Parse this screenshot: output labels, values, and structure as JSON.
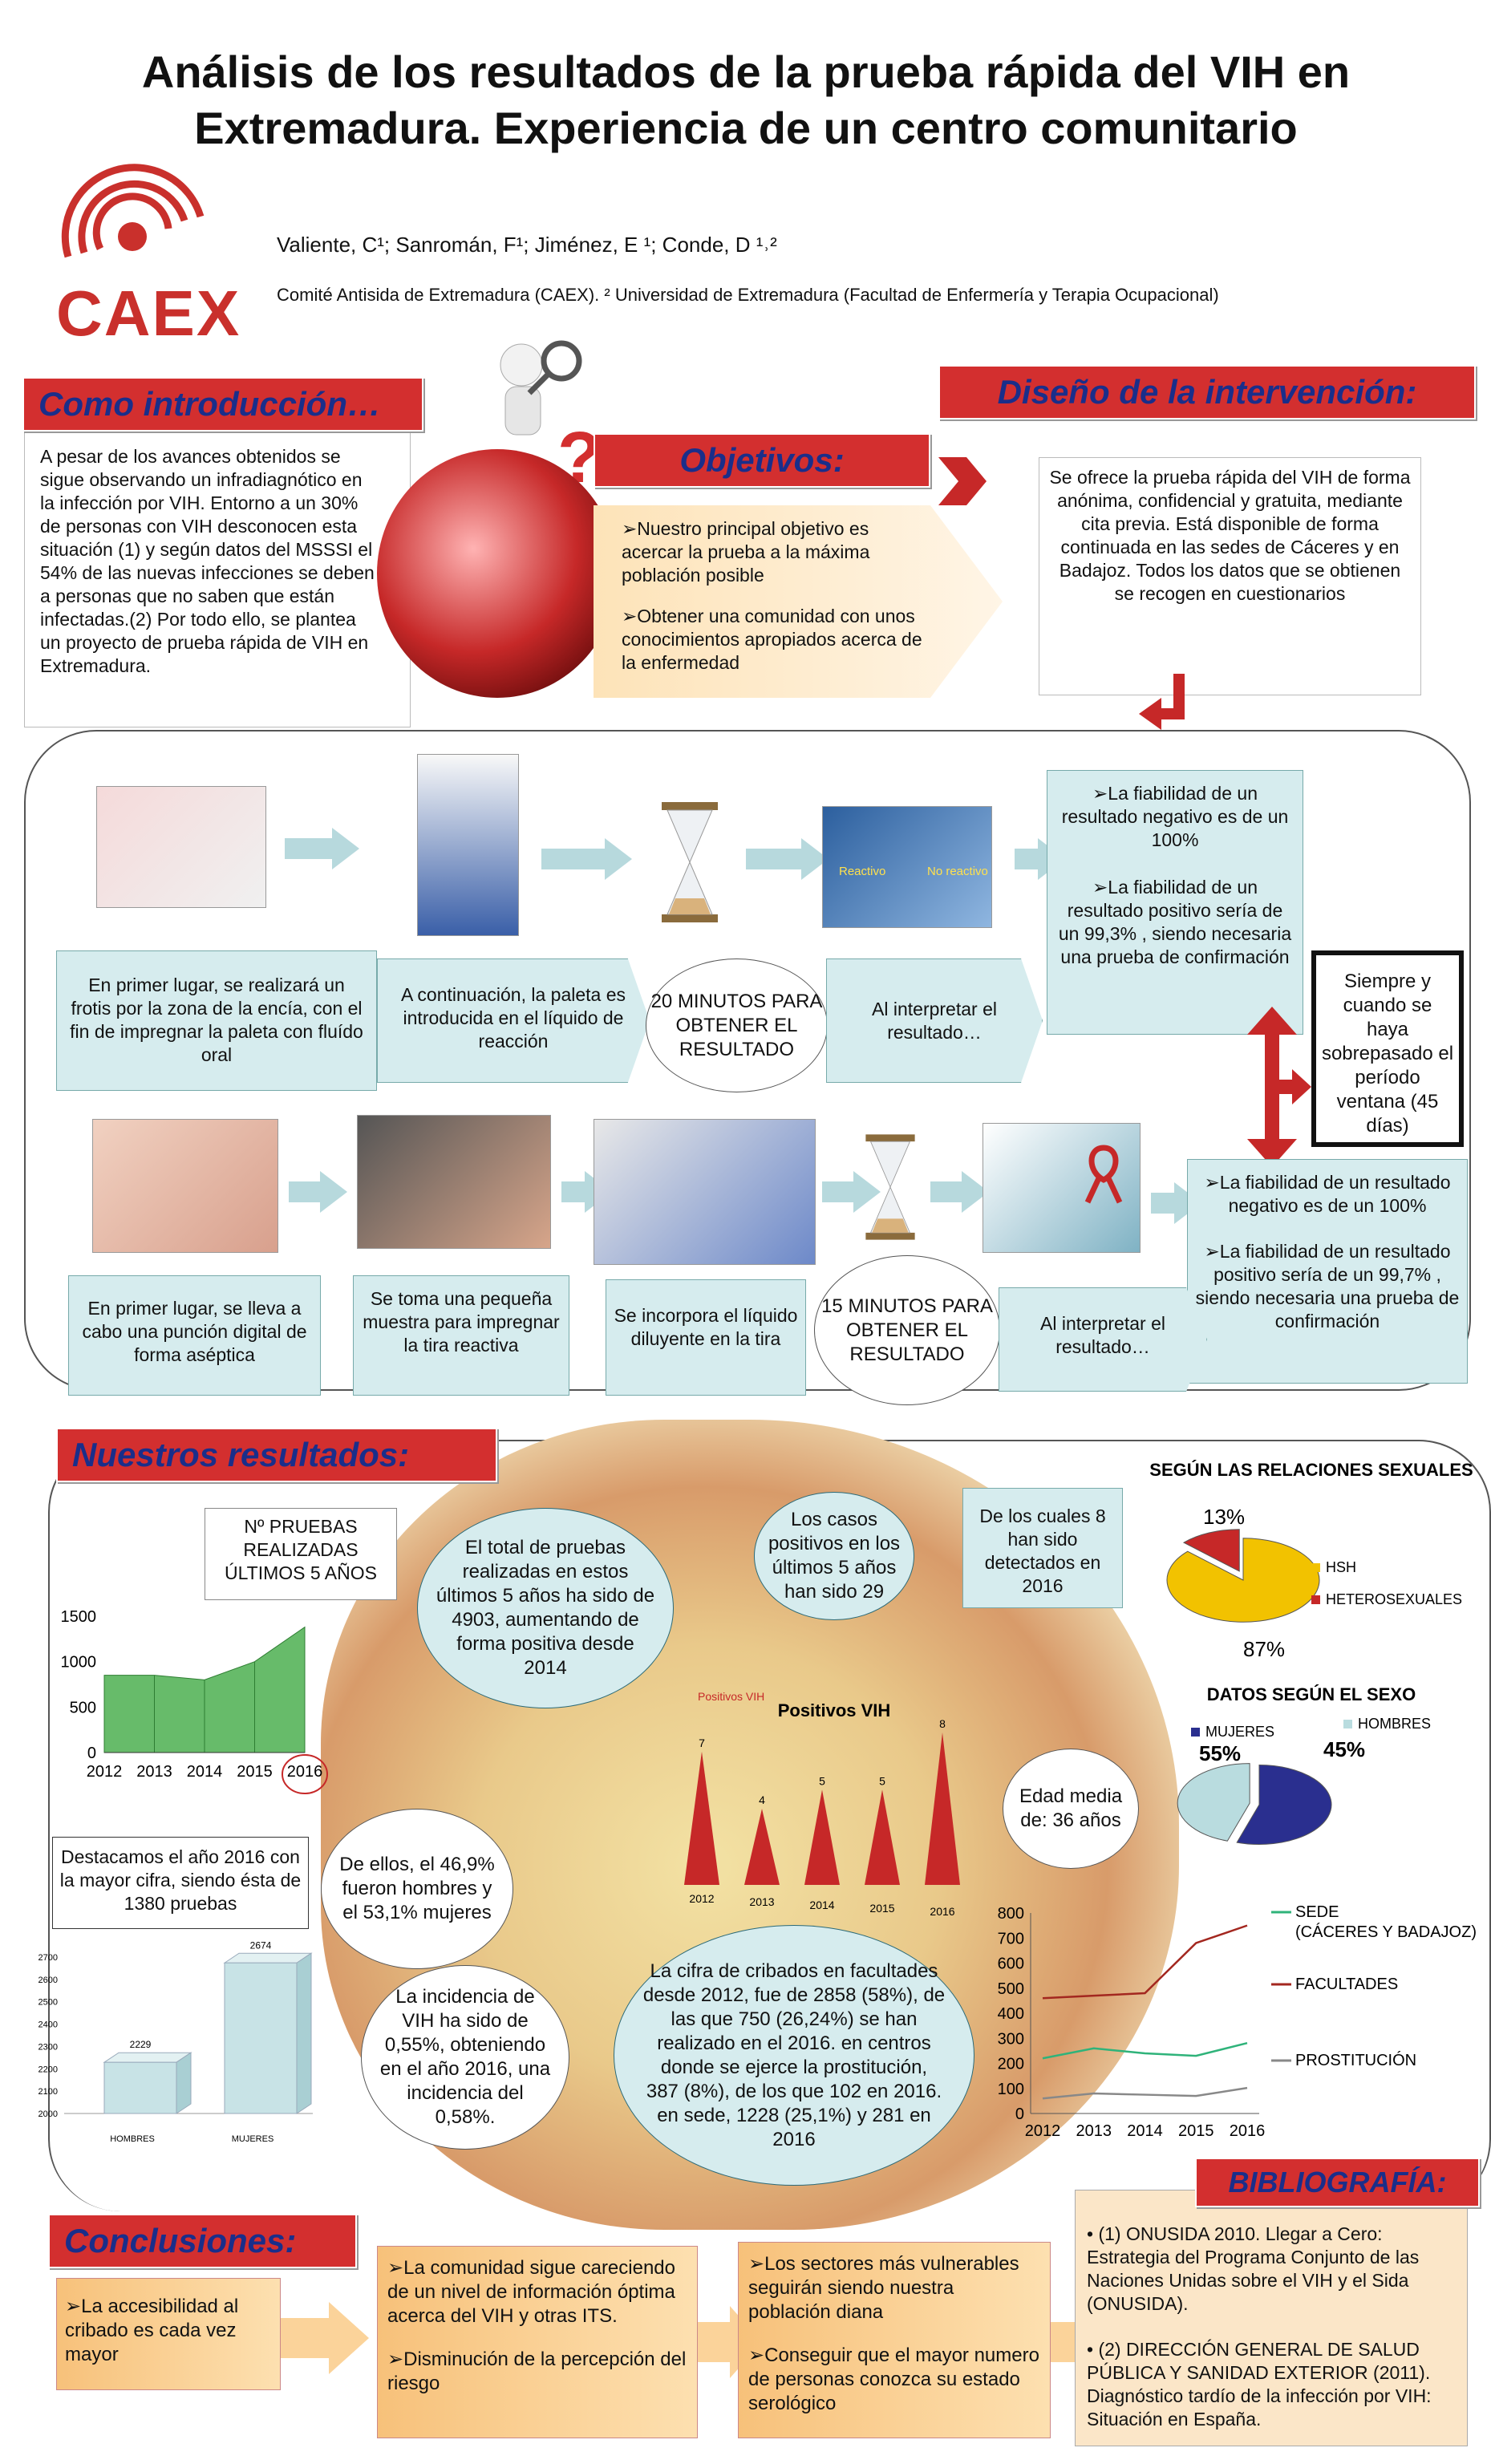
{
  "title": {
    "line1": "Análisis de los resultados de la prueba rápida del VIH en",
    "line2": "Extremadura. Experiencia de un centro comunitario"
  },
  "logo_text": "CAEX",
  "authors": "Valiente, C¹; Sanromán, F¹; Jiménez, E ¹; Conde, D ¹˒²",
  "affiliation": "Comité Antisida de Extremadura (CAEX). ² Universidad de Extremadura (Facultad de Enfermería y Terapia Ocupacional)",
  "intro": {
    "header": "Como introducción…",
    "text": "A pesar de los avances obtenidos se sigue observando un infradiagnótico en la infección por VIH.  Entorno a un 30% de personas con VIH desconocen esta situación (1) y según datos del MSSSI el 54% de las nuevas infecciones se deben a personas que no saben que están infectadas.(2) Por todo ello, se plantea un proyecto de prueba rápida de VIH en Extremadura."
  },
  "question_mark": "?",
  "objectives": {
    "header": "Objetivos:",
    "items": [
      "Nuestro principal objetivo es acercar la prueba a la máxima población posible",
      "Obtener una comunidad con unos conocimientos apropiados acerca de la enfermedad"
    ]
  },
  "design": {
    "header": "Diseño de la intervención:",
    "text": "Se ofrece la prueba rápida del VIH de forma anónima, confidencial y gratuita, mediante cita previa. Está disponible de forma continuada en las sedes de Cáceres y en Badajoz. Todos los datos que se obtienen se recogen en cuestionarios"
  },
  "oral": {
    "steps": [
      "En primer lugar, se realizará un frotis por la zona de la encía, con el fin de impregnar la paleta con fluído oral",
      "A continuación, la paleta es introducida en el líquido de reacción",
      "20 MINUTOS PARA OBTENER EL RESULTADO",
      "Al interpretar el resultado…"
    ],
    "photo_labels": [
      "Reactivo",
      "No reactivo"
    ],
    "reliability": [
      "La fiabilidad de un resultado negativo es de un 100%",
      "La fiabilidad de un resultado positivo sería de un 99,3% , siendo necesaria una prueba de confirmación"
    ]
  },
  "window_note": "Siempre y cuando se haya sobrepasado el período ventana (45 días)",
  "blood": {
    "steps": [
      "En primer lugar, se lleva  a cabo una  punción digital de forma aséptica",
      "Se toma una pequeña muestra para impregnar la tira reactiva",
      "Se incorpora el líquido diluyente en la tira",
      "15 MINUTOS PARA OBTENER EL RESULTADO",
      "Al interpretar el resultado…"
    ],
    "reliability": [
      "La fiabilidad de un resultado negativo es de un 100%",
      "La fiabilidad de un resultado positivo sería de un 99,7% , siendo necesaria una prueba de confirmación"
    ]
  },
  "results": {
    "header": "Nuestros resultados:",
    "pruebas_label": "Nº PRUEBAS REALIZADAS ÚLTIMOS 5 AÑOS",
    "total_text": "El total de pruebas realizadas en estos últimos 5 años ha sido de 4903, aumentando de forma positiva  desde 2014",
    "positivos_text": "Los casos positivos en los últimos 5 años han sido 29",
    "detected_text": "De los cuales 8 han sido detectados en 2016",
    "highlight_2016": "Destacamos el año 2016 con la mayor cifra, siendo ésta de 1380 pruebas",
    "gender_text": "De ellos, el 46,9% fueron hombres y el 53,1% mujeres",
    "age_text": "Edad media de: 36 años",
    "incidence_text": "La incidencia de VIH ha sido de 0,55%, obteniendo en el año 2016, una incidencia del 0,58%.",
    "cribados_text": "La cifra de cribados en facultades desde 2012, fue de 2858 (58%), de las que 750 (26,24%) se han realizado en el 2016. en centros donde se ejerce la prostitución, 387 (8%), de los que 102 en 2016. en sede, 1228 (25,1%) y 281 en 2016"
  },
  "chart_data": [
    {
      "type": "area",
      "title": "",
      "x": [
        "2012",
        "2013",
        "2014",
        "2015",
        "2016"
      ],
      "values": [
        850,
        850,
        800,
        1000,
        1380
      ],
      "ylim": [
        0,
        1500
      ],
      "yticks": [
        "1500",
        "1000",
        "500",
        "0"
      ]
    },
    {
      "type": "bar",
      "title": "Positivos VIH",
      "legend": "Positivos VIH",
      "categories": [
        "2012",
        "2013",
        "2014",
        "2015",
        "2016"
      ],
      "values": [
        7,
        4,
        5,
        5,
        8
      ],
      "value_labels": [
        "7",
        "4",
        "5",
        "5",
        "8"
      ]
    },
    {
      "type": "pie",
      "title": "SEGÚN LAS RELACIONES SEXUALES",
      "labels": [
        "HSH",
        "HETEROSEXUALES"
      ],
      "values": [
        87,
        13
      ],
      "value_labels": [
        "87%",
        "13%"
      ],
      "colors": [
        "#f2c200",
        "#c62828"
      ]
    },
    {
      "type": "pie",
      "title": "DATOS SEGÚN EL SEXO",
      "labels": [
        "MUJERES",
        "HOMBRES"
      ],
      "values": [
        55,
        45
      ],
      "value_labels": [
        "55%",
        "45%"
      ],
      "colors": [
        "#2a2f8f",
        "#b9dcdf"
      ]
    },
    {
      "type": "bar",
      "title": "",
      "categories": [
        "HOMBRES",
        "MUJERES"
      ],
      "values": [
        2229,
        2674
      ],
      "value_labels": [
        "2229",
        "2674"
      ],
      "ylim": [
        2000,
        2700
      ],
      "yticks": [
        "2700",
        "2600",
        "2500",
        "2400",
        "2300",
        "2200",
        "2100",
        "2000"
      ]
    },
    {
      "type": "line",
      "title": "",
      "x": [
        "2012",
        "2013",
        "2014",
        "2015",
        "2016"
      ],
      "ylim": [
        0,
        800
      ],
      "yticks": [
        "800",
        "700",
        "600",
        "500",
        "400",
        "300",
        "200",
        "100",
        "0"
      ],
      "series": [
        {
          "name": "SEDE (CÁCERES Y BADAJOZ)",
          "values": [
            220,
            260,
            240,
            230,
            281
          ],
          "color": "#2fb37a"
        },
        {
          "name": "FACULTADES",
          "values": [
            460,
            470,
            480,
            680,
            750
          ],
          "color": "#a3271f"
        },
        {
          "name": "PROSTITUCIÓN",
          "values": [
            60,
            80,
            75,
            70,
            102
          ],
          "color": "#888888"
        }
      ]
    }
  ],
  "conclusions": {
    "header": "Conclusiones:",
    "box1": [
      "La accesibilidad al cribado es cada vez mayor"
    ],
    "box2": [
      "La comunidad sigue careciendo de un nivel de información óptima acerca del VIH y otras ITS.",
      "Disminución de la percepción del riesgo"
    ],
    "box3": [
      "Los sectores más vulnerables seguirán siendo nuestra población diana",
      "Conseguir que el mayor numero de personas conozca su estado serológico"
    ]
  },
  "bibliography": {
    "header": "BIBLIOGRAFÍA:",
    "items": [
      "• (1) ONUSIDA 2010. Llegar a Cero: Estrategia del Programa Conjunto de las Naciones Unidas sobre el VIH y el Sida (ONUSIDA).",
      "• (2) DIRECCIÓN GENERAL DE SALUD PÚBLICA Y SANIDAD EXTERIOR (2011). Diagnóstico tardío de la infección por VIH: Situación en España."
    ]
  }
}
